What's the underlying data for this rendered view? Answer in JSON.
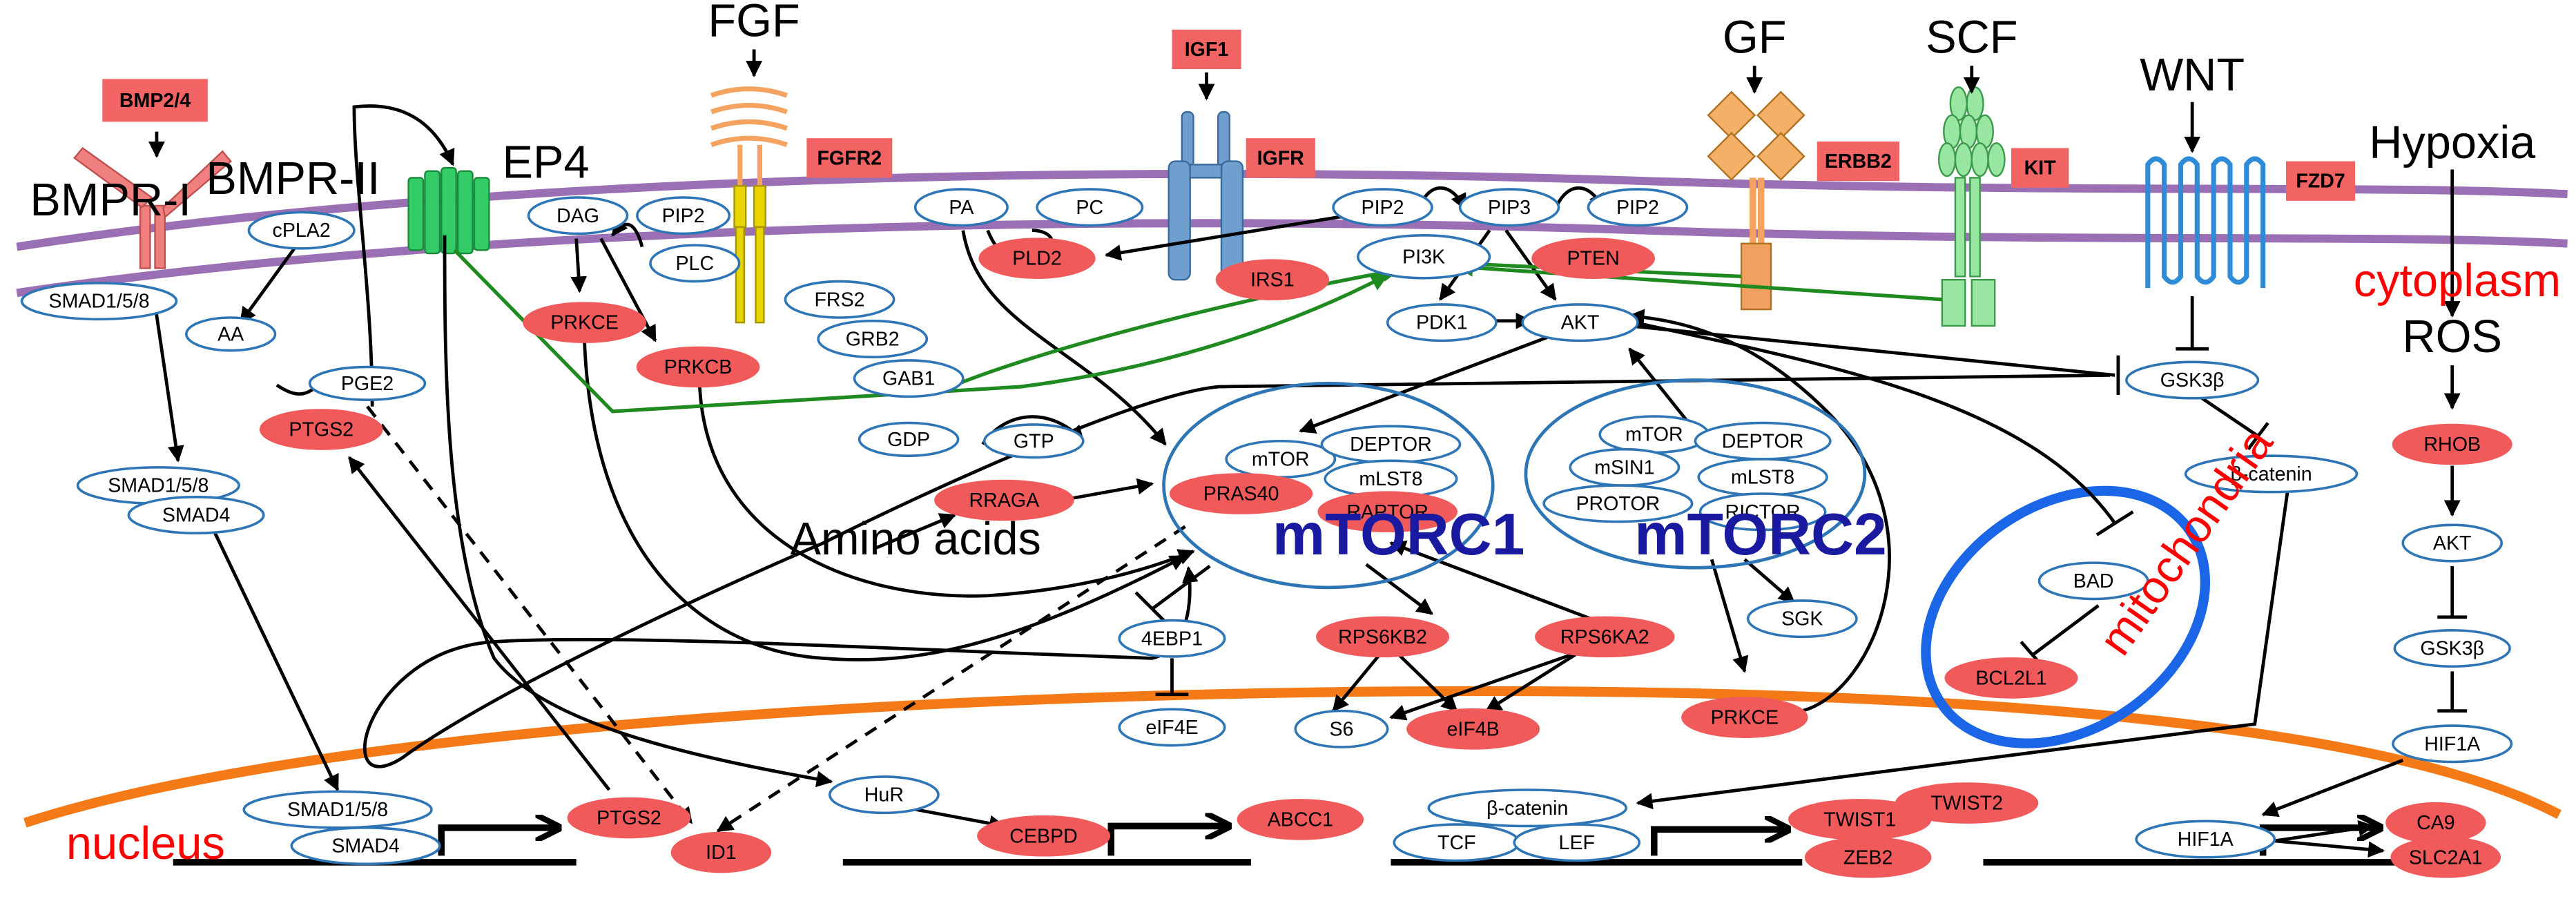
{
  "colors": {
    "node_outline": "#2e75b6",
    "red_node": "#f05a5a",
    "red_box": "#f26363",
    "membrane": "#9b6fb3",
    "nucleus": "#f47a18",
    "mito": "#1a66e6",
    "green_arrow": "#1f8a1f"
  },
  "compartments": {
    "cytoplasm": "cytoplasm",
    "nucleus": "nucleus",
    "mitochondria": "mitochondria"
  },
  "ligands": {
    "bmp": "BMP2/4",
    "fgf": "FGF",
    "igf1": "IGF1",
    "gf": "GF",
    "scf": "SCF",
    "wnt": "WNT",
    "hypoxia": "Hypoxia"
  },
  "receptors": {
    "bmpr1": "BMPR-I",
    "bmpr2": "BMPR-II",
    "ep4": "EP4",
    "fgfr2": "FGFR2",
    "igfr": "IGFR",
    "erbb2": "ERBB2",
    "kit": "KIT",
    "fzd7": "FZD7"
  },
  "nodes": {
    "cpla2": "cPLA2",
    "smad158_a": "SMAD1/5/8",
    "aa": "AA",
    "pge2": "PGE2",
    "ptgs2_a": "PTGS2",
    "smad158_b": "SMAD1/5/8",
    "smad4_b": "SMAD4",
    "dag": "DAG",
    "pip2_a": "PIP2",
    "plc": "PLC",
    "prkce_a": "PRKCE",
    "prkcb": "PRKCB",
    "frs2": "FRS2",
    "grb2": "GRB2",
    "gab1": "GAB1",
    "pa": "PA",
    "pc": "PC",
    "pld2": "PLD2",
    "irs1": "IRS1",
    "pip2_b": "PIP2",
    "pip3": "PIP3",
    "pip2_c": "PIP2",
    "pten": "PTEN",
    "pi3k": "PI3K",
    "pdk1": "PDK1",
    "akt_a": "AKT",
    "gdp": "GDP",
    "gtp": "GTP",
    "rraga": "RRAGA",
    "amino_acids": "Amino acids",
    "mtor1": "mTOR",
    "deptor1": "DEPTOR",
    "mlst8_1": "mLST8",
    "pras40": "PRAS40",
    "raptor": "RAPTOR",
    "mtorc1": "mTORC1",
    "mtor2": "mTOR",
    "deptor2": "DEPTOR",
    "msin1": "mSIN1",
    "mlst8_2": "mLST8",
    "protor": "PROTOR",
    "rictor": "RICTOR",
    "mtorc2": "mTORC2",
    "sgk": "SGK",
    "prkce_b": "PRKCE",
    "ebp1": "4EBP1",
    "eif4e": "eIF4E",
    "rps6kb2": "RPS6KB2",
    "rps6ka2": "RPS6KA2",
    "s6": "S6",
    "eif4b": "eIF4B",
    "gsk3b_a": "GSK3β",
    "bcat_a": "β-catenin",
    "bad": "BAD",
    "bcl2l1": "BCL2L1",
    "ros": "ROS",
    "rhob": "RHOB",
    "akt_b": "AKT",
    "gsk3b_b": "GSK3β",
    "hif1a_a": "HIF1A",
    "smad158_c": "SMAD1/5/8",
    "smad4_c": "SMAD4",
    "ptgs2_b": "PTGS2",
    "id1": "ID1",
    "hur": "HuR",
    "cebpd": "CEBPD",
    "abcc1": "ABCC1",
    "bcat_b": "β-catenin",
    "tcf": "TCF",
    "lef": "LEF",
    "twist1": "TWIST1",
    "twist2": "TWIST2",
    "zeb2": "ZEB2",
    "hif1a_b": "HIF1A",
    "ca9": "CA9",
    "slc2a1": "SLC2A1"
  }
}
